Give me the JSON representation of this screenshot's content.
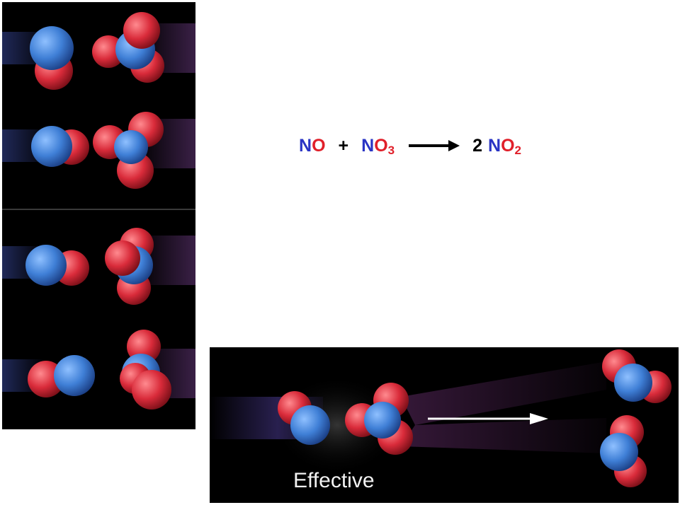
{
  "equation": {
    "reactant1_n": "N",
    "reactant1_o": "O",
    "plus": "+",
    "reactant2_n": "N",
    "reactant2_o": "O",
    "reactant2_sub": "3",
    "product_coef": "2",
    "product_n": "N",
    "product_o": "O",
    "product_sub": "2"
  },
  "panel_label": "Effective",
  "colors": {
    "nitrogen": "#3f7fd6",
    "oxygen": "#d92b3a",
    "background": "#000000",
    "equation_n": "#2a34c4",
    "equation_o": "#e0202a"
  }
}
